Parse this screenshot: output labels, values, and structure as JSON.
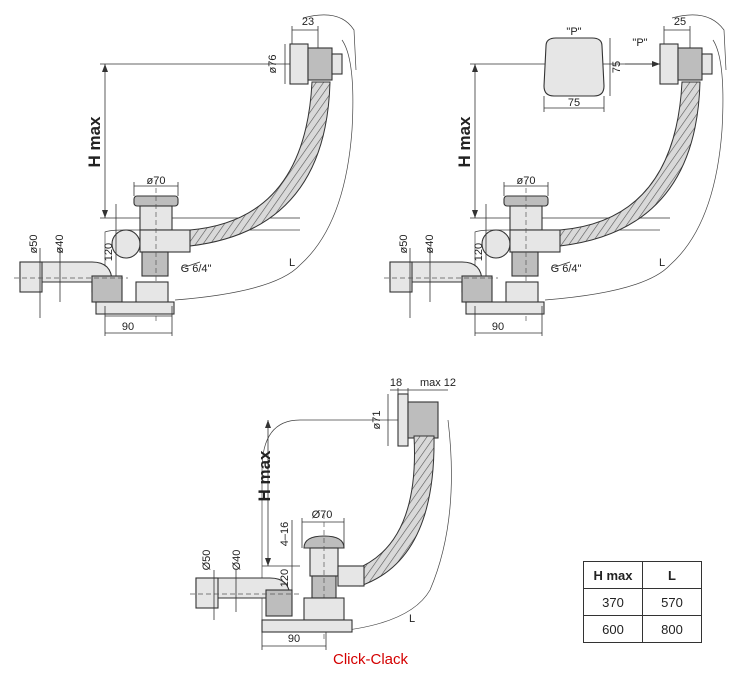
{
  "diagram_left": {
    "top_width": "23",
    "outlet_diameter": "ø76",
    "height_label": "H max",
    "waste_diameter": "ø70",
    "pipe_d1": "ø50",
    "pipe_d2": "ø40",
    "height_120": "120",
    "thread": "G 6/4\"",
    "length": "L",
    "offset": "90"
  },
  "diagram_right": {
    "top_width": "25",
    "cap_p_label": "\"P\"",
    "cap_p_label_2": "\"P\"",
    "cap_height": "75",
    "cap_width": "75",
    "height_label": "H max",
    "waste_diameter": "ø70",
    "pipe_d1": "ø50",
    "pipe_d2": "ø40",
    "height_120": "120",
    "thread": "G 6/4\"",
    "length": "L",
    "offset": "90"
  },
  "diagram_bottom": {
    "dim_18": "18",
    "max_12": "max 12",
    "outlet_diameter": "ø71",
    "height_label": "H max",
    "waste_diameter": "Ø70",
    "range_4_16": "4–16",
    "pipe_d1": "Ø50",
    "pipe_d2": "Ø40",
    "height_120": "120",
    "length": "L",
    "offset": "90"
  },
  "caption": "Click-Clack",
  "spec_table": {
    "headers": [
      "H max",
      "L"
    ],
    "rows": [
      [
        "370",
        "570"
      ],
      [
        "600",
        "800"
      ]
    ]
  }
}
